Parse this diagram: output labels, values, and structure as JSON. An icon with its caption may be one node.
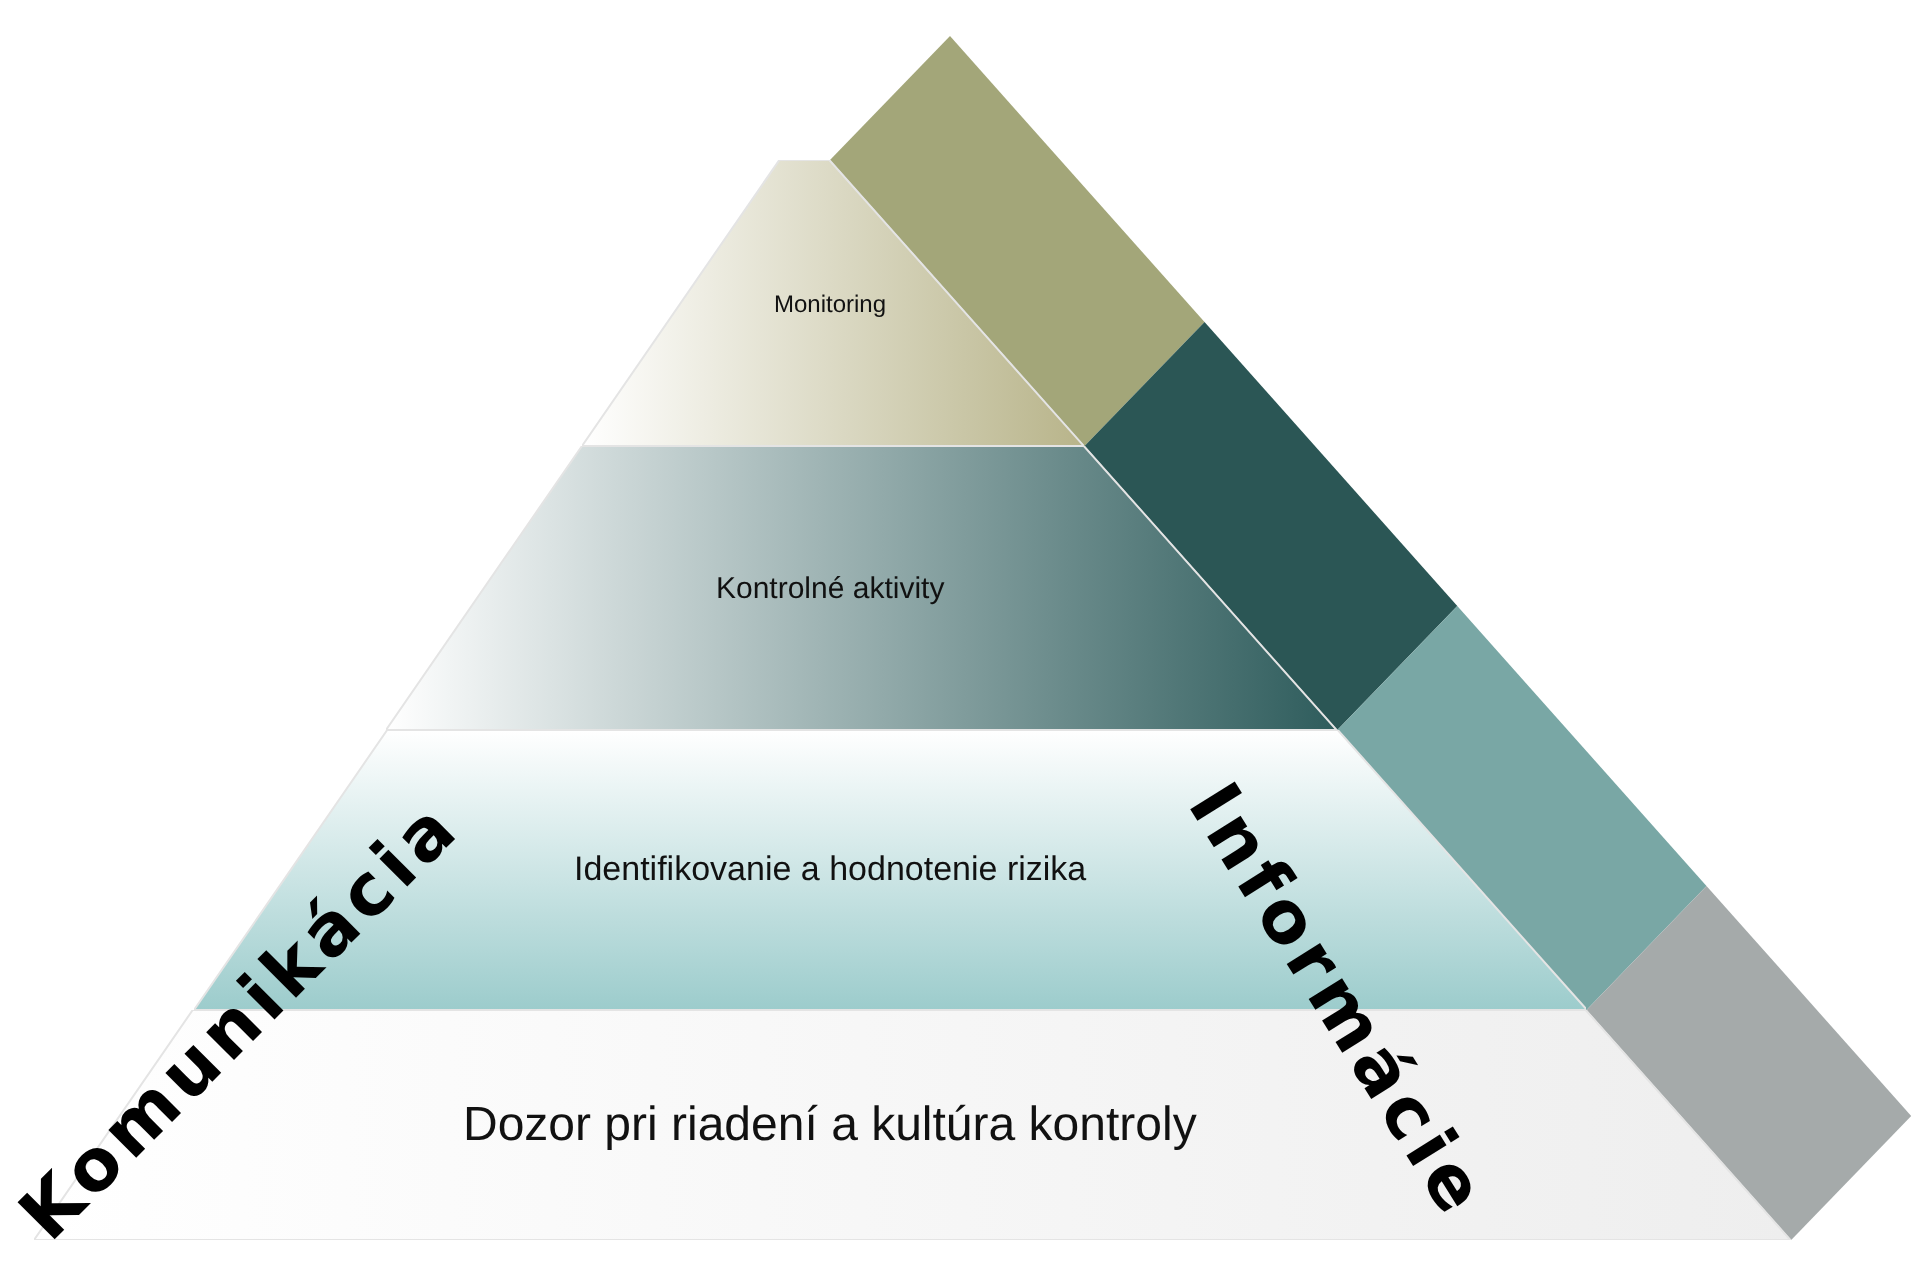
{
  "diagram": {
    "nodes": [
      {
        "text": [
          "Monitoring"
        ]
      },
      {
        "text": [
          "Kontrolné aktivity"
        ]
      },
      {
        "text": [
          "Identifikovanie a hodnotenie rizika"
        ]
      },
      {
        "text": [
          "Dozor pri riadení a kultúra kontroly"
        ]
      },
      {
        "text": [],
        "shape": "bar"
      },
      {
        "text": [],
        "shape": "bar"
      },
      {
        "text": [],
        "shape": "bar"
      },
      {
        "text": [],
        "shape": "bar"
      }
    ],
    "labels": [
      "Komunikácia",
      "Informácie"
    ]
  }
}
